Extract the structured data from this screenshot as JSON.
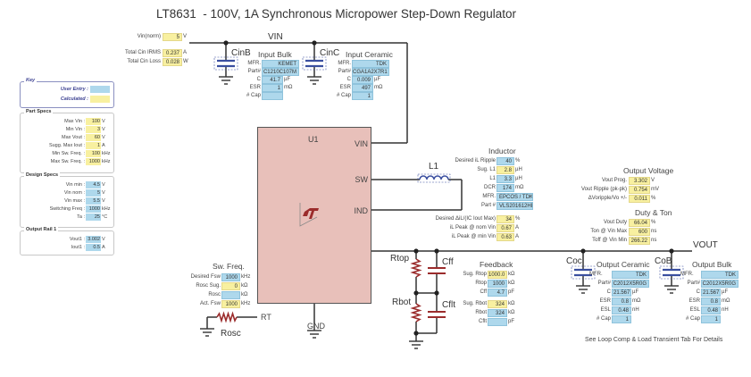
{
  "title": "LT8631  - 100V, 1A Synchronous Micropower Step-Down Regulator",
  "input_summary": [
    {
      "label": "Vin(norm)",
      "value": "5",
      "unit": "V",
      "type": "calc"
    },
    {
      "label": "Total Cin IRMS",
      "value": "0.237",
      "unit": "A",
      "type": "calc"
    },
    {
      "label": "Total Cin Loss",
      "value": "0.028",
      "unit": "W",
      "type": "calc"
    }
  ],
  "key": {
    "title": "Key",
    "items": [
      {
        "label": "User Entry :",
        "type": "user"
      },
      {
        "label": "Calculated :",
        "type": "calc"
      }
    ]
  },
  "part_specs": {
    "title": "Part Specs",
    "rows": [
      {
        "label": "Max Vin :",
        "value": "100",
        "unit": "V"
      },
      {
        "label": "Min Vin :",
        "value": "3",
        "unit": "V"
      },
      {
        "label": "Max Vout :",
        "value": "60",
        "unit": "V"
      },
      {
        "label": "Sugg. Max Iout :",
        "value": "1",
        "unit": "A"
      },
      {
        "label": "Min Sw. Freq. :",
        "value": "100",
        "unit": "kHz"
      },
      {
        "label": "Max Sw. Freq. :",
        "value": "1000",
        "unit": "kHz"
      }
    ]
  },
  "design_specs": {
    "title": "Design Specs",
    "rows": [
      {
        "label": "Vin min :",
        "value": "4.5",
        "unit": "V"
      },
      {
        "label": "Vin nom :",
        "value": "5",
        "unit": "V"
      },
      {
        "label": "Vin max :",
        "value": "5.5",
        "unit": "V"
      },
      {
        "label": "Switching Freq :",
        "value": "1000",
        "unit": "kHz"
      },
      {
        "label": "Ta :",
        "value": "25",
        "unit": "°C"
      }
    ]
  },
  "output_rail": {
    "title": "Output Rail 1",
    "rows": [
      {
        "label": "Vout1 :",
        "value": "3.002",
        "unit": "V"
      },
      {
        "label": "Iout1 :",
        "value": "0.5",
        "unit": "A"
      }
    ]
  },
  "nets": {
    "vin": "VIN",
    "vout": "VOUT"
  },
  "chip": {
    "ref": "U1",
    "pins": {
      "vin": "VIN",
      "sw": "SW",
      "ind": "IND",
      "rt": "RT",
      "gnd": "GND"
    }
  },
  "input_bulk": {
    "ref": "CinB",
    "title": "Input Bulk",
    "rows": [
      {
        "label": "MFR.",
        "value": "KEMET",
        "unit": ""
      },
      {
        "label": "Part#",
        "value": "C1210C107M",
        "unit": ""
      },
      {
        "label": "C",
        "value": "41.7",
        "unit": "µF"
      },
      {
        "label": "ESR",
        "value": "1",
        "unit": "mΩ"
      },
      {
        "label": "# Cap",
        "value": "",
        "unit": ""
      }
    ]
  },
  "input_ceramic": {
    "ref": "CinC",
    "title": "Input Ceramic",
    "rows": [
      {
        "label": "MFR.",
        "value": "TDK",
        "unit": ""
      },
      {
        "label": "Part#",
        "value": "CGA1A2X7R1",
        "unit": ""
      },
      {
        "label": "C",
        "value": "0.009",
        "unit": "µF"
      },
      {
        "label": "ESR",
        "value": "497",
        "unit": "mΩ"
      },
      {
        "label": "# Cap",
        "value": "1",
        "unit": ""
      }
    ]
  },
  "inductor": {
    "ref": "L1",
    "title": "Inductor",
    "rows": [
      {
        "label": "Desired iL Ripple",
        "value": "40",
        "unit": "%",
        "type": "user"
      },
      {
        "label": "Sug. L1",
        "value": "2.8",
        "unit": "µH",
        "type": "calc"
      },
      {
        "label": "L1",
        "value": "3.3",
        "unit": "µH",
        "type": "user"
      },
      {
        "label": "DCR",
        "value": "174",
        "unit": "mΩ",
        "type": "user"
      },
      {
        "label": "MFR.",
        "value": "EPCOS / TDK",
        "unit": "",
        "type": "user"
      },
      {
        "label": "Part #",
        "value": "VLS201612HE",
        "unit": "",
        "type": "user"
      }
    ],
    "calc_rows": [
      {
        "label": "Desired ΔiL/(IC Iout Max)",
        "value": "34",
        "unit": "%"
      },
      {
        "label": "iL Peak @ nom Vin",
        "value": "0.67",
        "unit": "A"
      },
      {
        "label": "iL Peak @ min Vin",
        "value": "0.63",
        "unit": "A"
      }
    ]
  },
  "output_voltage": {
    "title": "Output Voltage",
    "rows": [
      {
        "label": "Vout Prog.",
        "value": "3.302",
        "unit": "V"
      },
      {
        "label": "Vout Ripple (pk-pk)",
        "value": "0.754",
        "unit": "mV"
      },
      {
        "label": "ΔVoripple/Vo +/-",
        "value": "0.011",
        "unit": "%"
      }
    ]
  },
  "duty_ton": {
    "title": "Duty & Ton",
    "rows": [
      {
        "label": "Vout Duty",
        "value": "66.04",
        "unit": "%"
      },
      {
        "label": "Ton @ Vin Max",
        "value": "600",
        "unit": "ns"
      },
      {
        "label": "Toff @ Vin Min",
        "value": "266.22",
        "unit": "ns"
      }
    ]
  },
  "sw_freq": {
    "ref": "Rosc",
    "title": "Sw. Freq.",
    "rows": [
      {
        "label": "Desired Fsw",
        "value": "1000",
        "unit": "kHz",
        "type": "user"
      },
      {
        "label": "Rosc Sug.",
        "value": "0",
        "unit": "kΩ",
        "type": "calc"
      },
      {
        "label": "Rosc",
        "value": "",
        "unit": "kΩ",
        "type": "user"
      },
      {
        "label": "Act. Fsw",
        "value": "1000",
        "unit": "kHz",
        "type": "calc"
      }
    ]
  },
  "feedback": {
    "title": "Feedback",
    "refs": {
      "rtop": "Rtop",
      "rbot": "Rbot",
      "cff": "Cff",
      "cflt": "Cflt"
    },
    "rows": [
      {
        "label": "Sug. Rtop",
        "value": "1000.0",
        "unit": "kΩ",
        "type": "calc"
      },
      {
        "label": "Rtop",
        "value": "1000",
        "unit": "kΩ",
        "type": "user"
      },
      {
        "label": "Cff",
        "value": "4.7",
        "unit": "pF",
        "type": "user"
      },
      {
        "label": "Sug. Rbot",
        "value": "324",
        "unit": "kΩ",
        "type": "calc"
      },
      {
        "label": "Rbot",
        "value": "324",
        "unit": "kΩ",
        "type": "user"
      },
      {
        "label": "Cflt",
        "value": "",
        "unit": "pF",
        "type": "user"
      }
    ]
  },
  "output_ceramic": {
    "ref": "Coc",
    "title": "Output Ceramic",
    "rows": [
      {
        "label": "MFR.",
        "value": "TDK",
        "unit": ""
      },
      {
        "label": "Part#",
        "value": "C2012X5R0G",
        "unit": ""
      },
      {
        "label": "C",
        "value": "21.567",
        "unit": "µF"
      },
      {
        "label": "ESR",
        "value": "0.8",
        "unit": "mΩ"
      },
      {
        "label": "ESL",
        "value": "0.48",
        "unit": "nH"
      },
      {
        "label": "# Cap",
        "value": "1",
        "unit": ""
      }
    ]
  },
  "output_bulk": {
    "ref": "CoB",
    "title": "Output Bulk",
    "rows": [
      {
        "label": "MFR.",
        "value": "TDK",
        "unit": ""
      },
      {
        "label": "Part#",
        "value": "C2012X5R0G",
        "unit": ""
      },
      {
        "label": "C",
        "value": "21.567",
        "unit": "µF"
      },
      {
        "label": "ESR",
        "value": "0.8",
        "unit": "mΩ"
      },
      {
        "label": "ESL",
        "value": "0.48",
        "unit": "nH"
      },
      {
        "label": "# Cap",
        "value": "1",
        "unit": ""
      }
    ]
  },
  "footer_note": "See Loop Comp & Load Transient Tab For Details",
  "colors": {
    "user_entry": "#aed8ec",
    "calculated": "#f8f0a0",
    "chip_fill": "#e8c0ba",
    "resistor": "#9b2c2c",
    "capacitor": "#3a4fa0",
    "wire": "#333333"
  }
}
